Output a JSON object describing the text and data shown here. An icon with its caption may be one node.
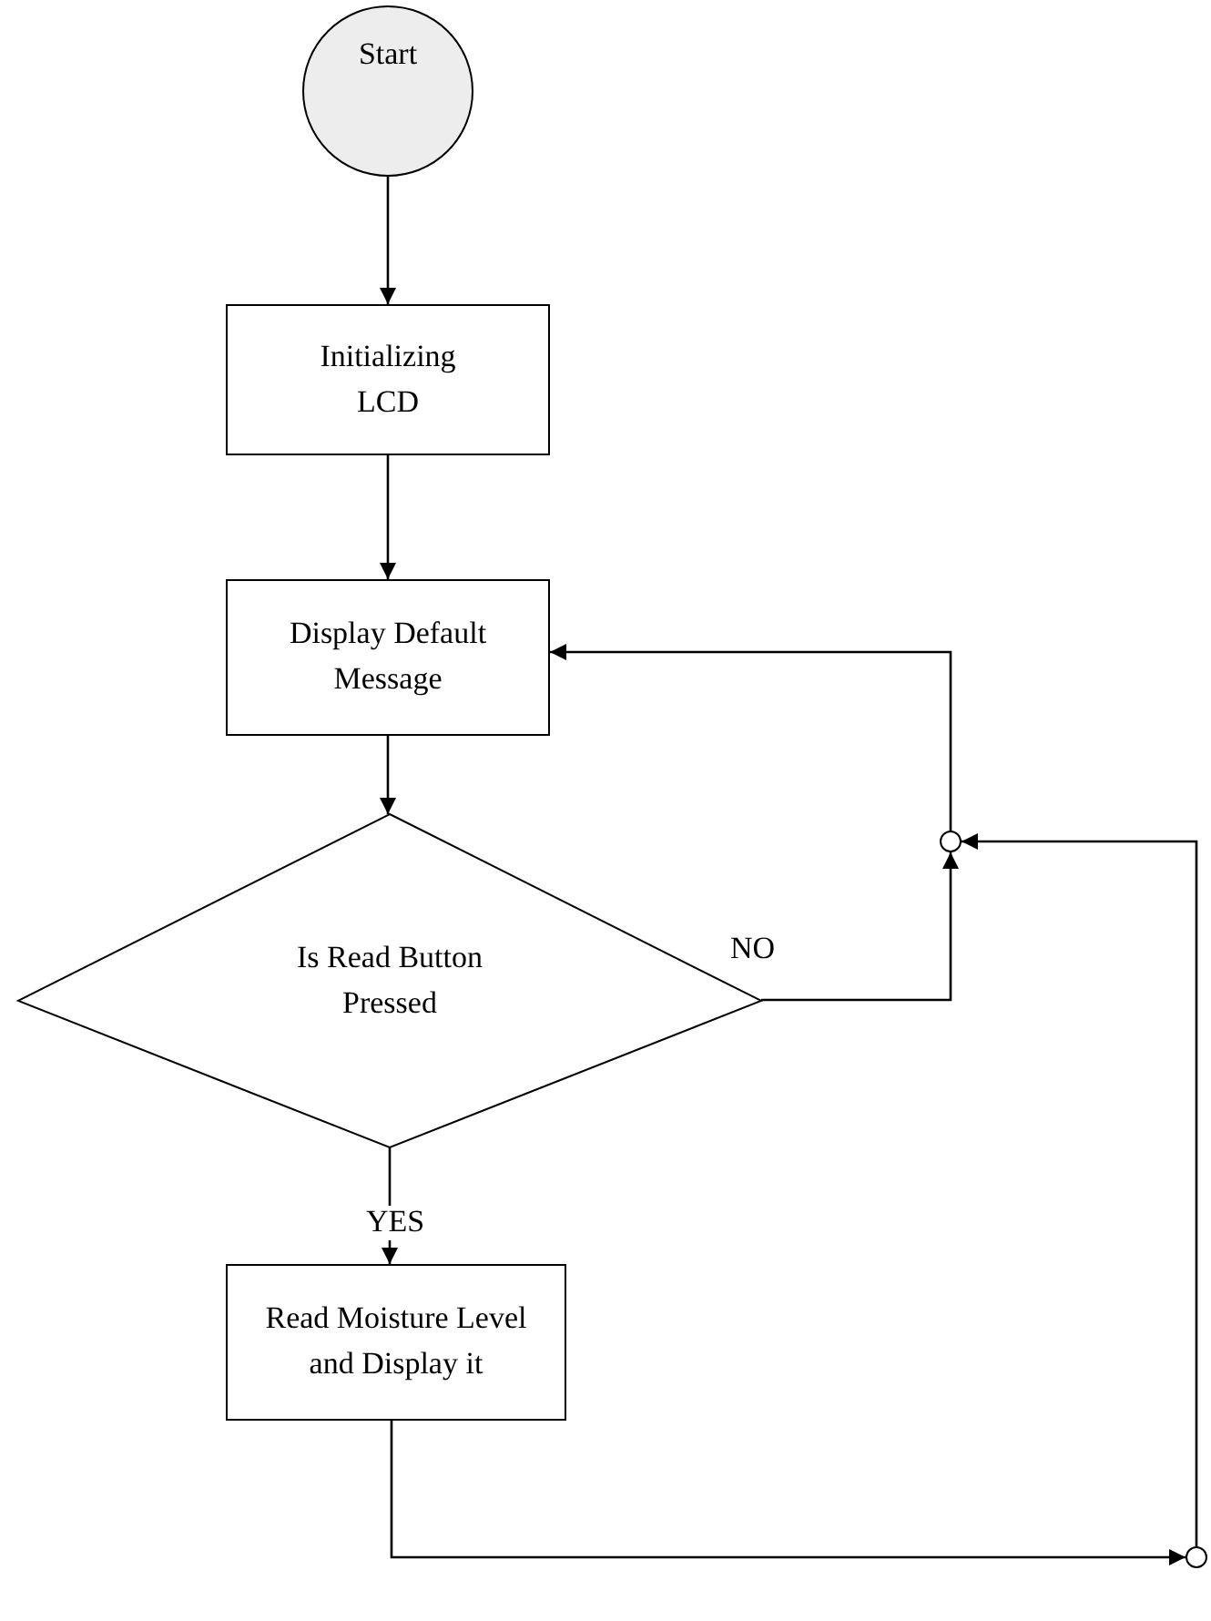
{
  "diagram": {
    "nodes": [
      {
        "text": [
          "Start"
        ]
      },
      {
        "text": [
          "Initializing LCD"
        ]
      },
      {
        "text": [
          "Display Default Message"
        ]
      },
      {
        "text": [
          "Is Read Button Pressed"
        ]
      },
      {
        "text": [
          "Read Moisture Level and Display it"
        ]
      },
      {
        "text": [],
        "shape": "circle"
      },
      {
        "text": [],
        "shape": "circle"
      }
    ],
    "edges": [
      {
        "from": 0,
        "to": 1,
        "arrow": "to"
      },
      {
        "from": 1,
        "to": 2,
        "arrow": "to"
      },
      {
        "from": 2,
        "to": 3,
        "arrow": "to"
      },
      {
        "from": 3,
        "to": 4,
        "arrow": "to",
        "label": "YES"
      },
      {
        "from": 3,
        "to": 5,
        "arrow": "to",
        "label": "NO"
      },
      {
        "from": 5,
        "to": 2,
        "arrow": "to"
      },
      {
        "from": 4,
        "to": 6,
        "arrow": "to"
      },
      {
        "from": 6,
        "to": 5,
        "arrow": "to"
      }
    ]
  }
}
